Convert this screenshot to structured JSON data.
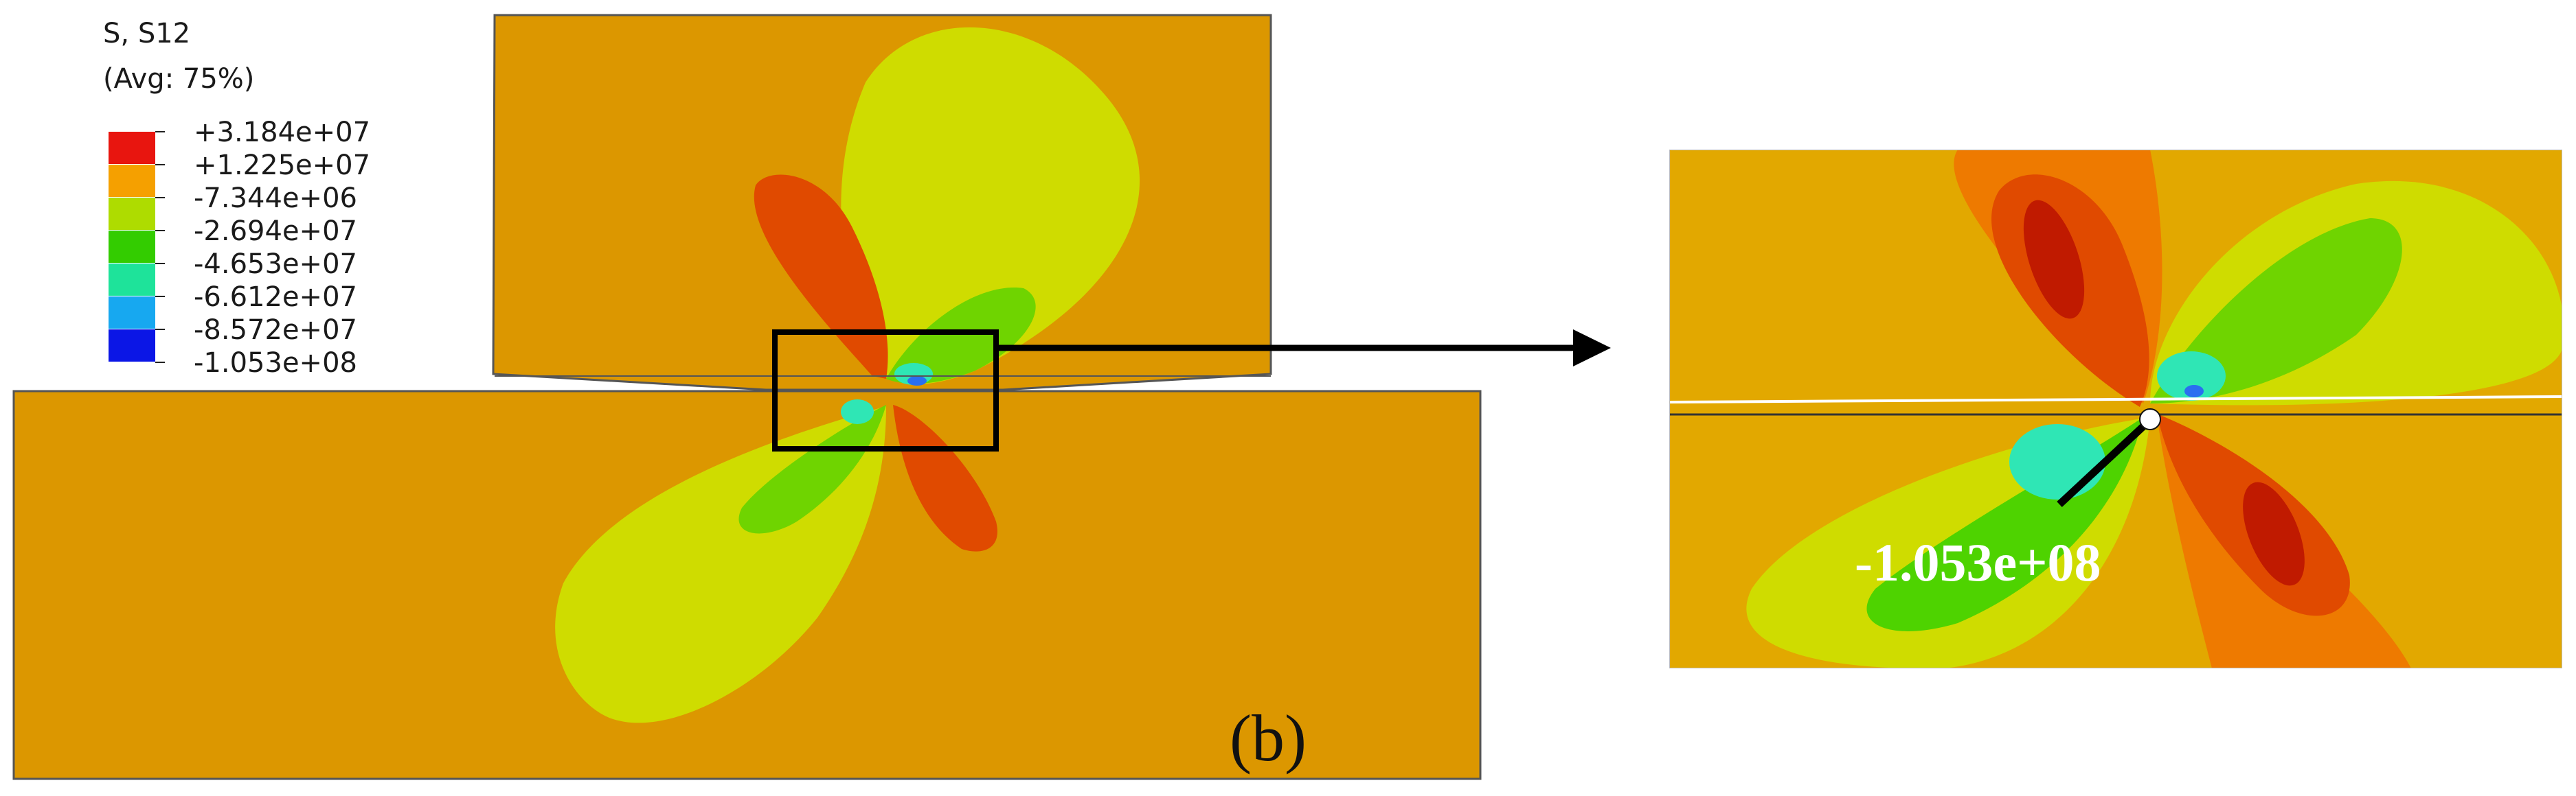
{
  "legend": {
    "title_line1": "S, S12",
    "title_line2": "(Avg: 75%)",
    "entries": [
      {
        "label": "+3.184e+07",
        "color": "#e8150f"
      },
      {
        "label": "+1.225e+07",
        "color": "#f5a000"
      },
      {
        "label": "-7.344e+06",
        "color": "#aedc00"
      },
      {
        "label": "-2.694e+07",
        "color": "#33cc00"
      },
      {
        "label": "-4.653e+07",
        "color": "#1ee39a"
      },
      {
        "label": "-6.612e+07",
        "color": "#17a8f0"
      },
      {
        "label": "-8.572e+07",
        "color": "#0b16e6"
      },
      {
        "label": "-1.053e+08",
        "color": null
      }
    ]
  },
  "panel_label": "(b)",
  "zoom_callout": {
    "value_label": "-1.053e+08"
  },
  "colors": {
    "background_field": "#dc9700",
    "lobe_yellow": "#cfdc00",
    "lobe_red": "#e04a00",
    "lobe_green": "#6fd400",
    "lobe_cyan": "#2fe6b5",
    "lobe_blue": "#2a6ff0"
  }
}
